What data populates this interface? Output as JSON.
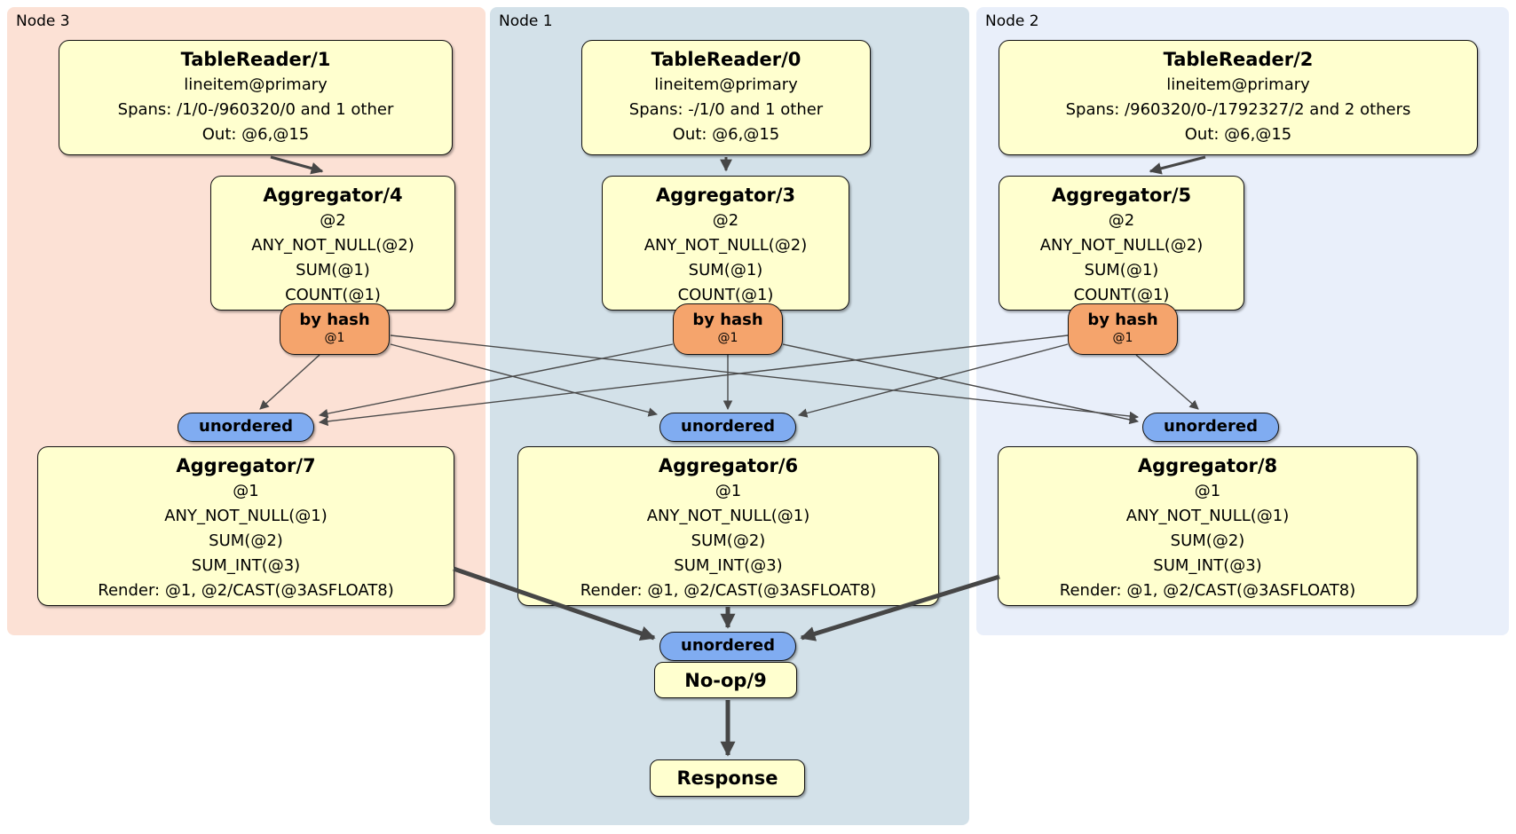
{
  "regions": [
    {
      "label": "Node 3"
    },
    {
      "label": "Node 1"
    },
    {
      "label": "Node 2"
    }
  ],
  "processors": {
    "tr1": {
      "title": "TableReader/1",
      "lines": [
        "lineitem@primary",
        "Spans: /1/0-/960320/0 and 1 other",
        "Out: @6,@15"
      ]
    },
    "tr0": {
      "title": "TableReader/0",
      "lines": [
        "lineitem@primary",
        "Spans: -/1/0 and 1 other",
        "Out: @6,@15"
      ]
    },
    "tr2": {
      "title": "TableReader/2",
      "lines": [
        "lineitem@primary",
        "Spans: /960320/0-/1792327/2 and 2 others",
        "Out: @6,@15"
      ]
    },
    "agg4": {
      "title": "Aggregator/4",
      "lines": [
        "@2",
        "ANY_NOT_NULL(@2)",
        "SUM(@1)",
        "COUNT(@1)"
      ]
    },
    "agg3": {
      "title": "Aggregator/3",
      "lines": [
        "@2",
        "ANY_NOT_NULL(@2)",
        "SUM(@1)",
        "COUNT(@1)"
      ]
    },
    "agg5": {
      "title": "Aggregator/5",
      "lines": [
        "@2",
        "ANY_NOT_NULL(@2)",
        "SUM(@1)",
        "COUNT(@1)"
      ]
    },
    "agg7": {
      "title": "Aggregator/7",
      "lines": [
        "@1",
        "ANY_NOT_NULL(@1)",
        "SUM(@2)",
        "SUM_INT(@3)",
        "Render: @1, @2/CAST(@3ASFLOAT8)"
      ]
    },
    "agg6": {
      "title": "Aggregator/6",
      "lines": [
        "@1",
        "ANY_NOT_NULL(@1)",
        "SUM(@2)",
        "SUM_INT(@3)",
        "Render: @1, @2/CAST(@3ASFLOAT8)"
      ]
    },
    "agg8": {
      "title": "Aggregator/8",
      "lines": [
        "@1",
        "ANY_NOT_NULL(@1)",
        "SUM(@2)",
        "SUM_INT(@3)",
        "Render: @1, @2/CAST(@3ASFLOAT8)"
      ]
    },
    "noop": {
      "title": "No-op/9"
    },
    "response": {
      "title": "Response"
    }
  },
  "router": {
    "label": "by hash",
    "detail": "@1"
  },
  "sync": {
    "label": "unordered"
  },
  "colors": {
    "node3_bg": "#fce1d5",
    "node1_bg": "#d3e1e9",
    "node2_bg": "#e9effa",
    "processor_bg": "#ffffcf",
    "router_bg": "#f5a46c",
    "sync_bg": "#80acf1",
    "edge": "#4a4a4a"
  }
}
